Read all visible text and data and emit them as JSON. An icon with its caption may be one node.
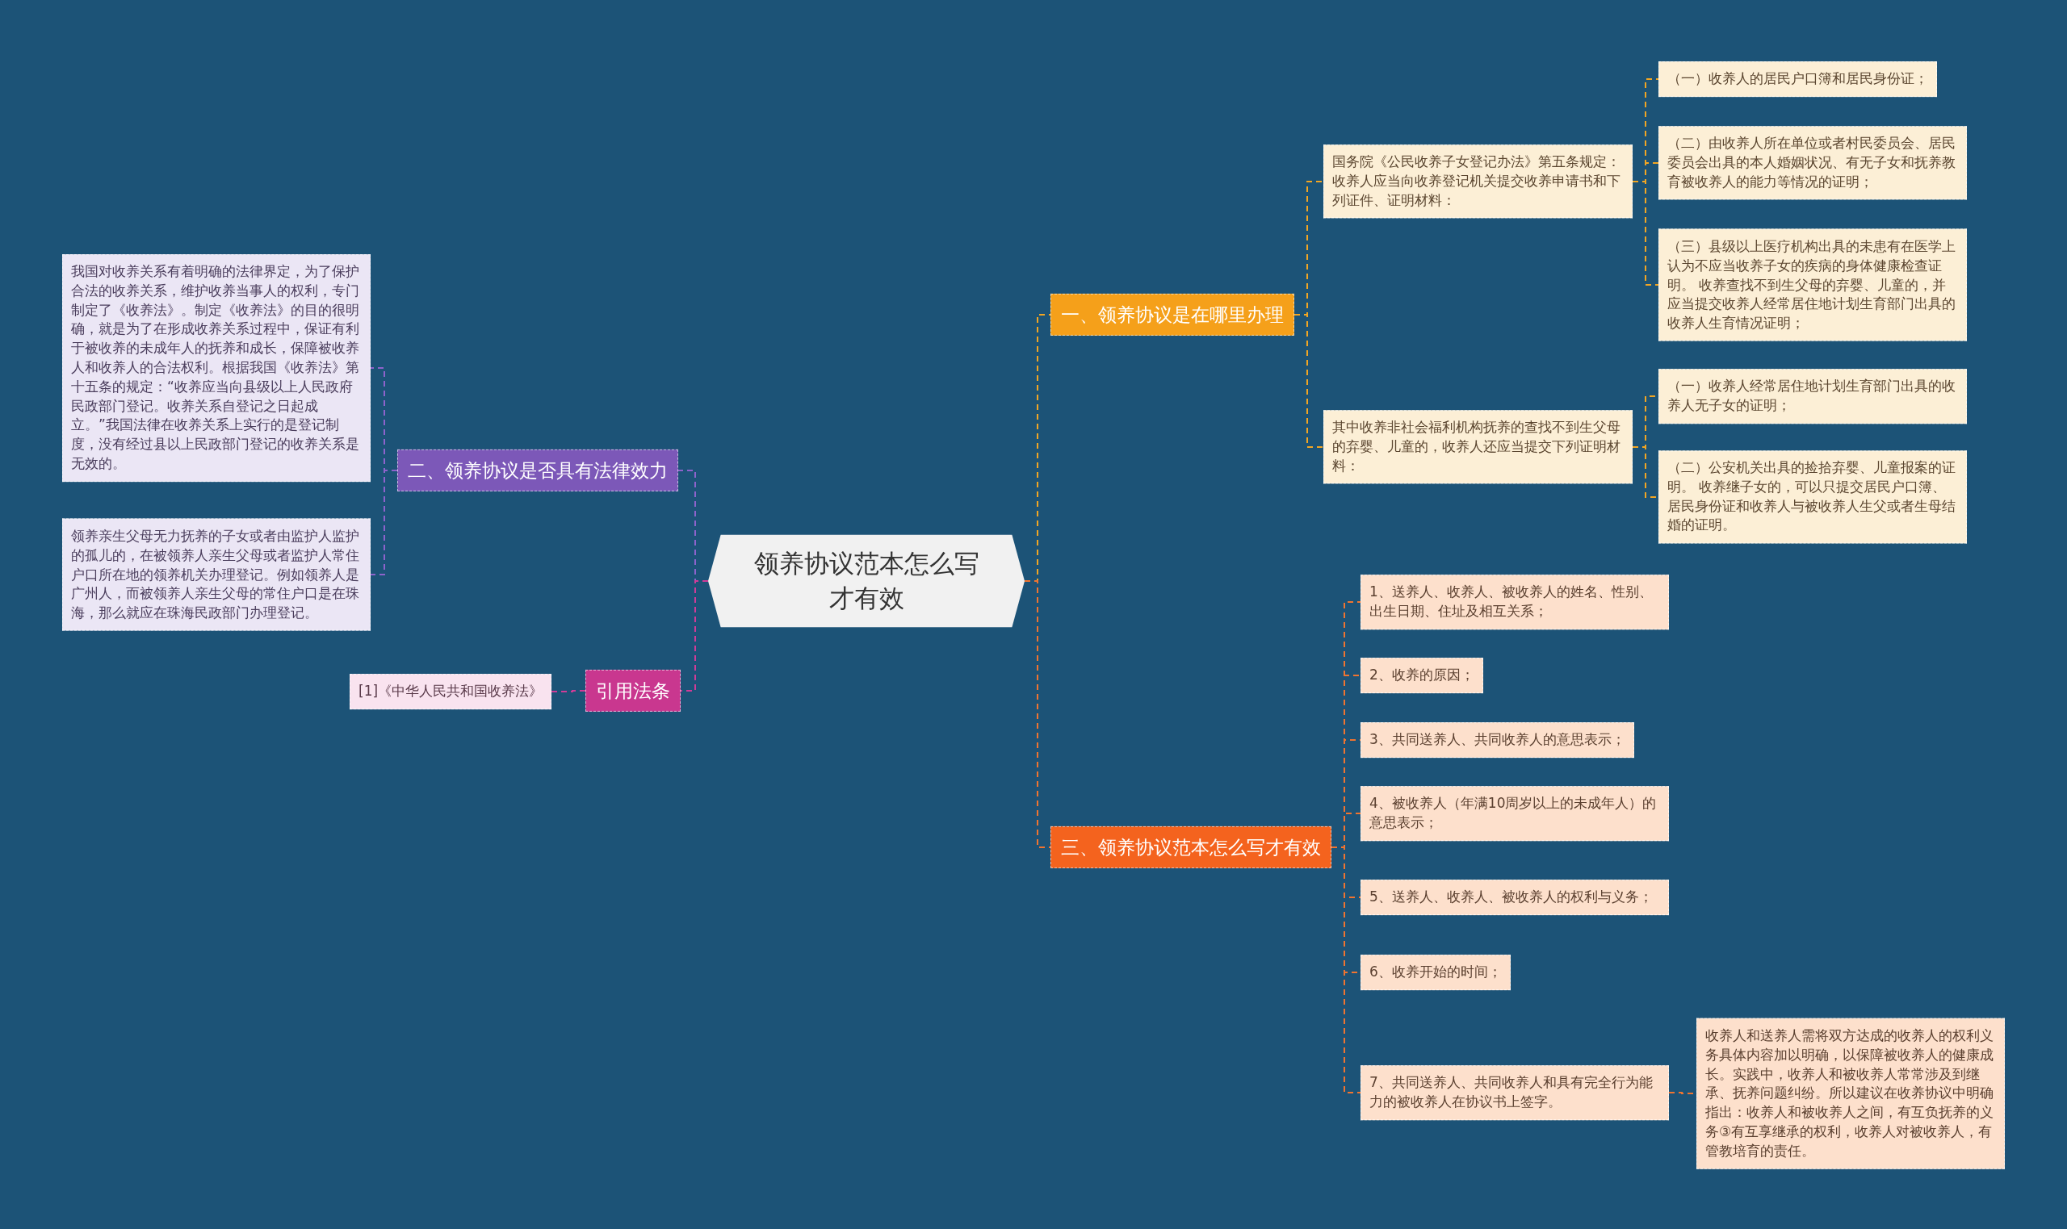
{
  "diagram": {
    "nodes": [
      {
        "text": [
          "领养协议范本怎么写才有效"
        ]
      },
      {
        "text": [
          "一、领养协议是在哪里办理"
        ]
      },
      {
        "text": [
          "国务院《公民收养子女登记办法》第五条规定：收养人应当向收养登记机关提交收养申请书和下列证件、证明材料："
        ]
      },
      {
        "text": [
          "（一）收养人的居民户口簿和居民身份证；"
        ]
      },
      {
        "text": [
          "（二）由收养人所在单位或者村民委员会、居民委员会出具的本人婚姻状况、有无子女和抚养教育被收养人的能力等情况的证明；"
        ]
      },
      {
        "text": [
          "（三）县级以上医疗机构出具的未患有在医学上认为不应当收养子女的疾病的身体健康检查证明。 收养查找不到生父母的弃婴、儿童的，并应当提交收养人经常居住地计划生育部门出具的收养人生育情况证明；"
        ]
      },
      {
        "text": [
          "其中收养非社会福利机构抚养的查找不到生父母的弃婴、儿童的，收养人还应当提交下列证明材料："
        ]
      },
      {
        "text": [
          "（一）收养人经常居住地计划生育部门出具的收养人无子女的证明；"
        ]
      },
      {
        "text": [
          "（二）公安机关出具的捡拾弃婴、儿童报案的证明。 收养继子女的，可以只提交居民户口簿、居民身份证和收养人与被收养人生父或者生母结婚的证明。"
        ]
      },
      {
        "text": [
          "二、领养协议是否具有法律效力"
        ]
      },
      {
        "text": [
          "我国对收养关系有着明确的法律界定，为了保护合法的收养关系，维护收养当事人的权利，专门制定了《收养法》。制定《收养法》的目的很明确，就是为了在形成收养关系过程中，保证有利于被收养的未成年人的抚养和成长，保障被收养人和收养人的合法权利。根据我国《收养法》第十五条的规定：“收养应当向县级以上人民政府民政部门登记。收养关系自登记之日起成立。”我国法律在收养关系上实行的是登记制度，没有经过县以上民政部门登记的收养关系是无效的。"
        ]
      },
      {
        "text": [
          "领养亲生父母无力抚养的子女或者由监护人监护的孤儿的，在被领养人亲生父母或者监护人常住户口所在地的领养机关办理登记。例如领养人是广州人，而被领养人亲生父母的常住户口是在珠海，那么就应在珠海民政部门办理登记。"
        ]
      },
      {
        "text": [
          "引用法条"
        ]
      },
      {
        "text": [
          "[1]《中华人民共和国收养法》"
        ]
      },
      {
        "text": [
          "三、领养协议范本怎么写才有效"
        ]
      },
      {
        "text": [
          "1、送养人、收养人、被收养人的姓名、性别、出生日期、住址及相互关系；"
        ]
      },
      {
        "text": [
          "2、收养的原因；"
        ]
      },
      {
        "text": [
          "3、共同送养人、共同收养人的意思表示；"
        ]
      },
      {
        "text": [
          "4、被收养人（年满10周岁以上的未成年人）的意思表示；"
        ]
      },
      {
        "text": [
          "5、送养人、收养人、被收养人的权利与义务；"
        ]
      },
      {
        "text": [
          "6、收养开始的时间；"
        ]
      },
      {
        "text": [
          "7、共同送养人、共同收养人和具有完全行为能力的被收养人在协议书上签字。"
        ]
      },
      {
        "text": [
          "收养人和送养人需将双方达成的收养人的权利义务具体内容加以明确，以保障被收养人的健康成长。实践中，收养人和被收养人常常涉及到继承、抚养问题纠纷。所以建议在收养协议中明确指出：收养人和被收养人之间，有互负抚养的义务③有互享继承的权利，收养人对被收养人，有管教培育的责任。"
        ]
      }
    ],
    "edges": [
      {
        "from": 0,
        "to": 1,
        "arrow": "none",
        "style": "dashed",
        "color": "#f2a623"
      },
      {
        "from": 1,
        "to": 2,
        "arrow": "none",
        "style": "dashed",
        "color": "#f2a623"
      },
      {
        "from": 2,
        "to": 3,
        "arrow": "none",
        "style": "dashed",
        "color": "#f2a623"
      },
      {
        "from": 2,
        "to": 4,
        "arrow": "none",
        "style": "dashed",
        "color": "#f2a623"
      },
      {
        "from": 2,
        "to": 5,
        "arrow": "none",
        "style": "dashed",
        "color": "#f2a623"
      },
      {
        "from": 1,
        "to": 6,
        "arrow": "none",
        "style": "dashed",
        "color": "#f2a623"
      },
      {
        "from": 6,
        "to": 7,
        "arrow": "none",
        "style": "dashed",
        "color": "#f2a623"
      },
      {
        "from": 6,
        "to": 8,
        "arrow": "none",
        "style": "dashed",
        "color": "#f2a623"
      },
      {
        "from": 0,
        "to": 9,
        "arrow": "none",
        "style": "dashed",
        "color": "#8e63cc"
      },
      {
        "from": 9,
        "to": 10,
        "arrow": "none",
        "style": "dashed",
        "color": "#8e63cc"
      },
      {
        "from": 9,
        "to": 11,
        "arrow": "none",
        "style": "dashed",
        "color": "#8e63cc"
      },
      {
        "from": 0,
        "to": 12,
        "arrow": "none",
        "style": "dashed",
        "color": "#d03c98"
      },
      {
        "from": 12,
        "to": 13,
        "arrow": "none",
        "style": "dashed",
        "color": "#d03c98"
      },
      {
        "from": 0,
        "to": 14,
        "arrow": "none",
        "style": "dashed"
      },
      {
        "from": 14,
        "to": 15,
        "arrow": "none",
        "style": "dashed"
      },
      {
        "from": 14,
        "to": 16,
        "arrow": "none",
        "style": "dashed"
      },
      {
        "from": 14,
        "to": 17,
        "arrow": "none",
        "style": "dashed"
      },
      {
        "from": 14,
        "to": 18,
        "arrow": "none",
        "style": "dashed"
      },
      {
        "from": 14,
        "to": 19,
        "arrow": "none",
        "style": "dashed"
      },
      {
        "from": 14,
        "to": 20,
        "arrow": "none",
        "style": "dashed"
      },
      {
        "from": 14,
        "to": 21,
        "arrow": "none",
        "style": "dashed"
      },
      {
        "from": 21,
        "to": 22,
        "arrow": "none",
        "style": "dashed"
      }
    ]
  }
}
